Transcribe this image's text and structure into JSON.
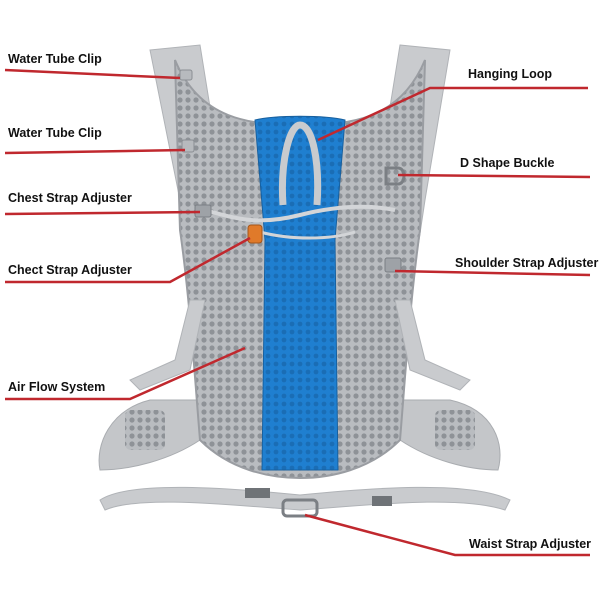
{
  "diagram": {
    "labels": {
      "water_tube_clip_1": "Water Tube Clip",
      "water_tube_clip_2": "Water Tube Clip",
      "chest_strap_adjuster": "Chest Strap Adjuster",
      "chect_strap_adjuster": "Chect Strap Adjuster",
      "air_flow_system": "Air Flow System",
      "hanging_loop": "Hanging Loop",
      "d_shape_buckle": "D Shape Buckle",
      "shoulder_strap_adjuster": "Shoulder Strap Adjuster",
      "waist_strap_adjuster": "Waist Strap Adjuster"
    }
  },
  "colors": {
    "leader_line": "#c0282e",
    "label_text": "#111111",
    "mesh": "#a9adb2",
    "strap": "#c9cbce",
    "blue_panel": "#1f7fd0",
    "buckle_orange": "#e07a2a"
  }
}
